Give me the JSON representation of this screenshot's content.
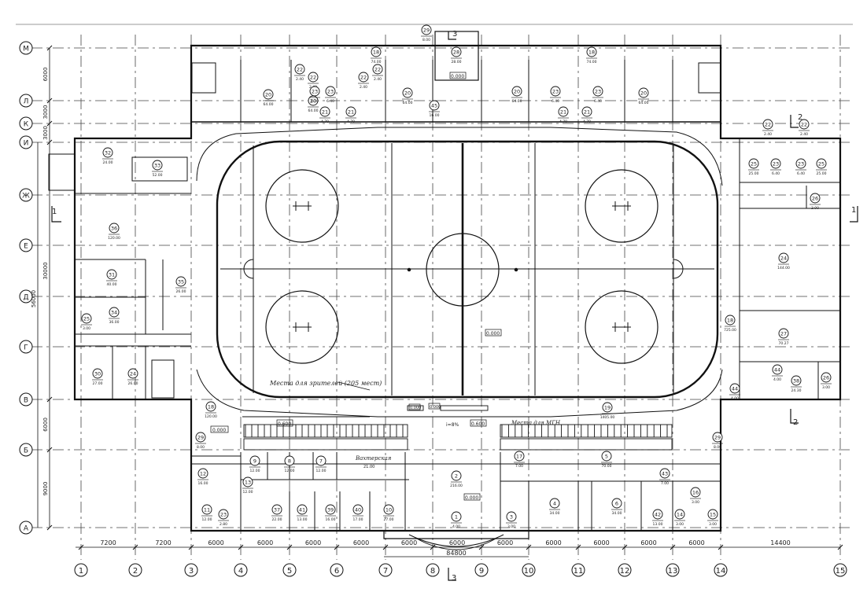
{
  "grid": {
    "columns": [
      "1",
      "2",
      "3",
      "4",
      "5",
      "6",
      "7",
      "8",
      "9",
      "10",
      "11",
      "12",
      "13",
      "14",
      "15"
    ],
    "rows": [
      "М",
      "Л",
      "К",
      "И",
      "Ж",
      "Е",
      "Д",
      "Г",
      "В",
      "Б",
      "А"
    ],
    "bottom_dims": [
      "7200",
      "7200",
      "6000",
      "6000",
      "6000",
      "6000",
      "6000",
      "6000",
      "6000",
      "6000",
      "6000",
      "6000",
      "6000",
      "14400"
    ],
    "bottom_total": "84800",
    "left_dims": [
      "6000",
      "3000",
      "3000",
      "30000",
      "6000",
      "9000"
    ],
    "left_total": "56000"
  },
  "sections": [
    "1",
    "1",
    "2",
    "2",
    "3",
    "3"
  ],
  "level_marks": [
    "0.000",
    "0.000",
    "0.000",
    "0.600",
    "0.600",
    "0.000",
    "0.000",
    "0.000"
  ],
  "labels": {
    "coach_seats": "Места для зрителей (205 мест)",
    "press_seats": "Места для МГН",
    "ramp": "i=8%",
    "reception": "Вахтерская",
    "reception_area": "21.00"
  },
  "rooms": [
    {
      "n": "29",
      "a": "8.00"
    },
    {
      "n": "28",
      "a": "28.00"
    },
    {
      "n": "18",
      "a": "74.00"
    },
    {
      "n": "18",
      "a": "74.00"
    },
    {
      "n": "22",
      "a": "2.40"
    },
    {
      "n": "22",
      "a": "2.40"
    },
    {
      "n": "22",
      "a": "2.40"
    },
    {
      "n": "22",
      "a": "2.40"
    },
    {
      "n": "20",
      "a": "64.00"
    },
    {
      "n": "20",
      "a": "64.00"
    },
    {
      "n": "20",
      "a": "64.00"
    },
    {
      "n": "20",
      "a": "64.00"
    },
    {
      "n": "20",
      "a": "64.00"
    },
    {
      "n": "23",
      "a": "6.40"
    },
    {
      "n": "23",
      "a": "6.40"
    },
    {
      "n": "23",
      "a": "6.40"
    },
    {
      "n": "23",
      "a": "6.40"
    },
    {
      "n": "21",
      "a": "4.70"
    },
    {
      "n": "21",
      "a": "4.70"
    },
    {
      "n": "21",
      "a": "4.70"
    },
    {
      "n": "21",
      "a": "4.70"
    },
    {
      "n": "45",
      "a": "16.00"
    },
    {
      "n": "22",
      "a": "2.40"
    },
    {
      "n": "22",
      "a": "2.40"
    },
    {
      "n": "25",
      "a": "25.00"
    },
    {
      "n": "23",
      "a": "6.40"
    },
    {
      "n": "23",
      "a": "6.40"
    },
    {
      "n": "25",
      "a": "25.00"
    },
    {
      "n": "26",
      "a": "3.00"
    },
    {
      "n": "24",
      "a": "144.00"
    },
    {
      "n": "18",
      "a": "725.00"
    },
    {
      "n": "27",
      "a": "70.27"
    },
    {
      "n": "44",
      "a": "4.00"
    },
    {
      "n": "44",
      "a": "4.00"
    },
    {
      "n": "38",
      "a": "24.30"
    },
    {
      "n": "26",
      "a": "3.00"
    },
    {
      "n": "32",
      "a": "24.00"
    },
    {
      "n": "33",
      "a": "52.00"
    },
    {
      "n": "36",
      "a": "120.00"
    },
    {
      "n": "31",
      "a": "40.00"
    },
    {
      "n": "35",
      "a": "26.00"
    },
    {
      "n": "34",
      "a": "36.00"
    },
    {
      "n": "25",
      "a": "3.00"
    },
    {
      "n": "30",
      "a": "27.00"
    },
    {
      "n": "24",
      "a": "26.00"
    },
    {
      "n": "18",
      "a": "120.00"
    },
    {
      "n": "19",
      "a": "1405.00"
    },
    {
      "n": "29",
      "a": "8.00"
    },
    {
      "n": "29",
      "a": "8.00"
    },
    {
      "n": "12",
      "a": "16.00"
    },
    {
      "n": "9",
      "a": "12.00"
    },
    {
      "n": "8",
      "a": "12.00"
    },
    {
      "n": "7",
      "a": "12.00"
    },
    {
      "n": "5",
      "a": "70.00"
    },
    {
      "n": "17",
      "a": "7.00"
    },
    {
      "n": "2",
      "a": "216.00"
    },
    {
      "n": "13",
      "a": "12.00"
    },
    {
      "n": "43",
      "a": "7.00"
    },
    {
      "n": "16",
      "a": "3.00"
    },
    {
      "n": "11",
      "a": "12.00"
    },
    {
      "n": "23",
      "a": "2.80"
    },
    {
      "n": "37",
      "a": "22.00"
    },
    {
      "n": "41",
      "a": "13.00"
    },
    {
      "n": "39",
      "a": "16.00"
    },
    {
      "n": "40",
      "a": "17.00"
    },
    {
      "n": "10",
      "a": "27.00"
    },
    {
      "n": "1",
      "a": "4.00"
    },
    {
      "n": "3",
      "a": "3.00"
    },
    {
      "n": "4",
      "a": "34.00"
    },
    {
      "n": "6",
      "a": "34.00"
    },
    {
      "n": "42",
      "a": "13.00"
    },
    {
      "n": "14",
      "a": "3.00"
    },
    {
      "n": "15",
      "a": "3.00"
    }
  ]
}
